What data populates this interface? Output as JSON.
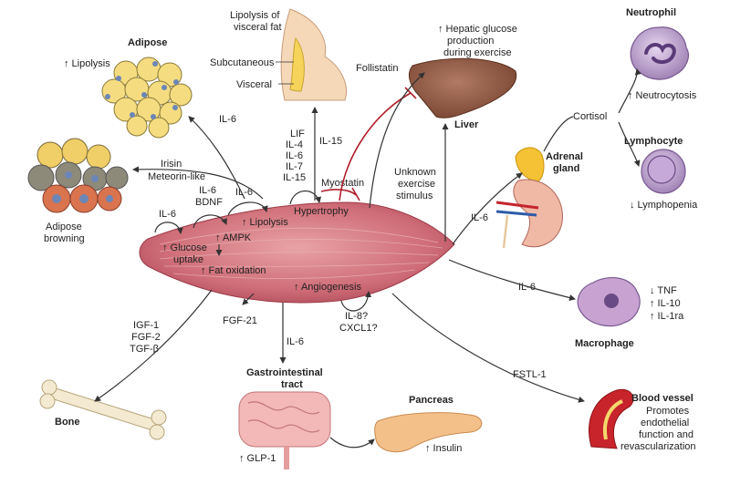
{
  "organs": {
    "adipose": {
      "title": "Adipose",
      "effect": "↑ Lipolysis"
    },
    "visceral": {
      "title_line1": "Lipolysis of",
      "title_line2": "visceral fat",
      "label_subcutaneous": "Subcutaneous",
      "label_visceral": "Visceral"
    },
    "browning": {
      "line1": "Adipose",
      "line2": "browning"
    },
    "liver": {
      "title": "Liver",
      "effect_line1": "↑ Hepatic glucose",
      "effect_line2": "production",
      "effect_line3": "during exercise"
    },
    "neutrophil": {
      "title": "Neutrophil",
      "effect": "↑ Neutrocytosis"
    },
    "lymphocyte": {
      "title": "Lymphocyte",
      "effect": "↓ Lymphopenia"
    },
    "adrenal": {
      "line1": "Adrenal",
      "line2": "gland"
    },
    "macrophage": {
      "title": "Macrophage",
      "effect1": "↓ TNF",
      "effect2": "↑ IL-10",
      "effect3": "↑ IL-1ra"
    },
    "blood_vessel": {
      "title": "Blood vessel",
      "line1": "Promotes",
      "line2": "endothelial",
      "line3": "function and",
      "line4": "revascularization"
    },
    "pancreas": {
      "title": "Pancreas",
      "effect": "↑ Insulin"
    },
    "gi": {
      "line1": "Gastrointestinal",
      "line2": "tract",
      "effect": "↑ GLP-1"
    },
    "bone": {
      "title": "Bone"
    }
  },
  "muscle_effects": {
    "glucose_line1": "↑ Glucose",
    "glucose_line2": "uptake",
    "ampk": "↑ AMPK",
    "lipolysis": "↑ Lipolysis",
    "fat_oxidation": "↑ Fat oxidation",
    "hypertrophy": "Hypertrophy",
    "angiogenesis": "↑ Angiogenesis"
  },
  "signals": {
    "il6_adipose": "IL-6",
    "il15_visceral": "IL-15",
    "lif_group": [
      "LIF",
      "IL-4",
      "IL-6",
      "IL-7",
      "IL-15"
    ],
    "myostatin": "Myostatin",
    "follistatin": "Follistatin",
    "irisin": "Irisin",
    "meteorin": "Meteorin-like",
    "il6_glucose": "IL-6",
    "il6_bdnf": [
      "IL-6",
      "BDNF"
    ],
    "il6_lipolysis": "IL-6",
    "unknown": [
      "Unknown",
      "exercise",
      "stimulus"
    ],
    "il6_adrenal": "IL-6",
    "cortisol": "Cortisol",
    "il6_macrophage": "IL-6",
    "fstl1": "FSTL-1",
    "il8": [
      "IL-8?",
      "CXCL1?"
    ],
    "fgf21": "FGF-21",
    "il6_gi": "IL-6",
    "igf": [
      "IGF-1",
      "FGF-2",
      "TGF-β"
    ]
  }
}
